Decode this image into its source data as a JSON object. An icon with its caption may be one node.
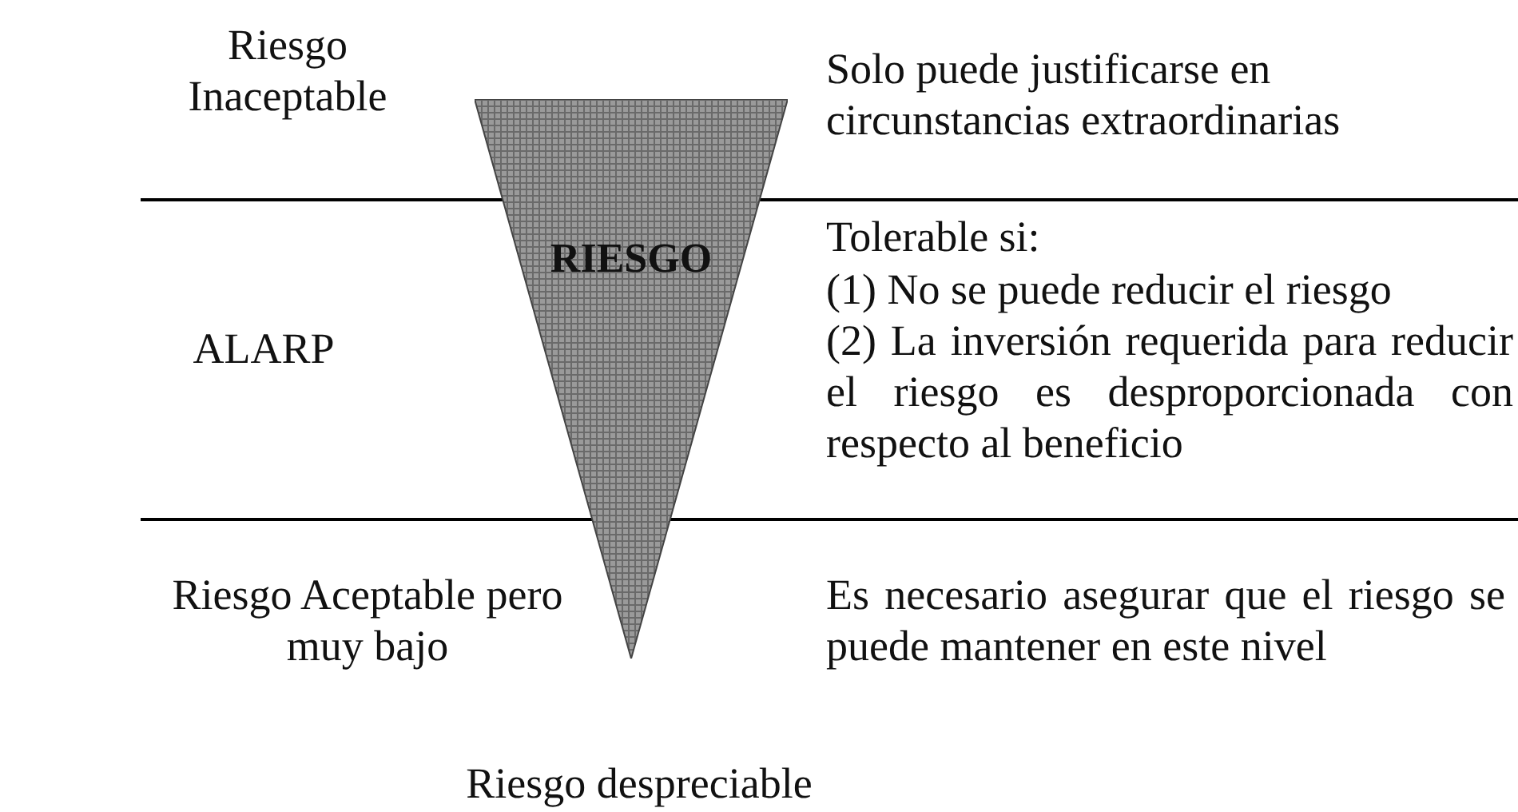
{
  "diagram": {
    "nodes": [
      {
        "text": [
          "RIESGO"
        ]
      }
    ],
    "labels": [
      "Riesgo Inaceptable",
      "Solo puede justificarse en circunstancias extraordinarias",
      "ALARP",
      "Tolerable si:",
      "(1) No se puede reducir el riesgo",
      "(2) La inversión requerida para reducir el riesgo es desproporcionada con respecto al beneficio",
      "Riesgo Aceptable pero muy bajo",
      "Es necesario asegurar que el riesgo se puede mantener en este nivel",
      "Riesgo despreciable"
    ]
  }
}
